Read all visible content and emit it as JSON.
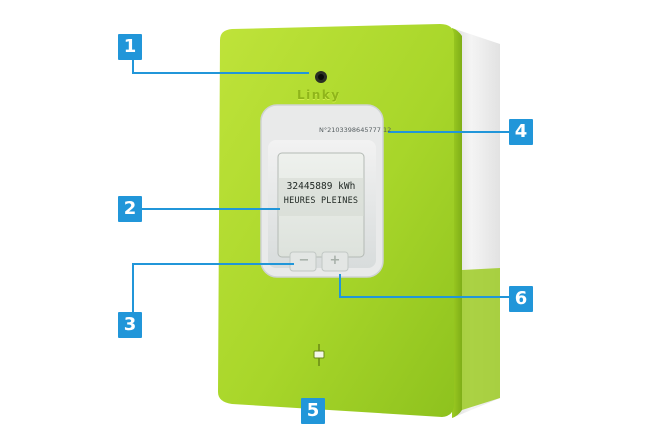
{
  "meter": {
    "brand": "Linky",
    "serial_number": "N°2103398645777 12",
    "display_line_1": "32445889 kWh",
    "display_line_2": "HEURES PLEINES",
    "minus_label": "−",
    "plus_label": "+"
  },
  "callouts": [
    {
      "number": "1"
    },
    {
      "number": "2"
    },
    {
      "number": "3"
    },
    {
      "number": "4"
    },
    {
      "number": "5"
    },
    {
      "number": "6"
    }
  ],
  "colors": {
    "badge": "#2196d9",
    "callout_line": "#2196d9",
    "meter_green": "#a9d62a",
    "meter_green_dark": "#8cbc1c",
    "side_panel": "#eeeeee",
    "lcd_background": "#e7ebe6"
  }
}
